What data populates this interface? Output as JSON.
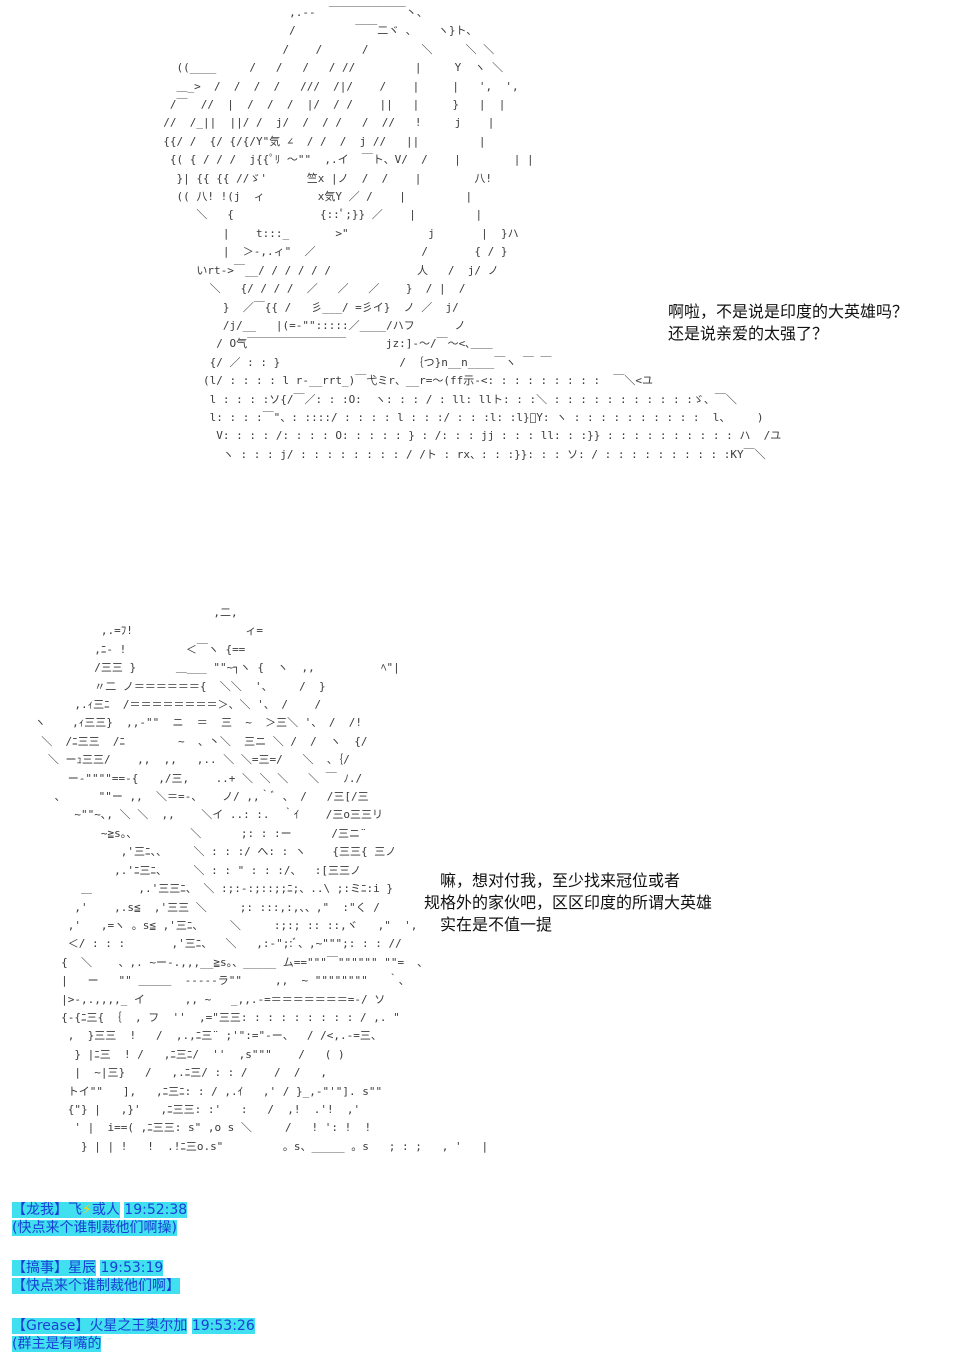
{
  "art": {
    "top": "                     ,.-‐  ￣￣￣￣￣￣￣丶、\n                     /         ￣￣二ヾ ､    ヽ}ト､\n                    /    /      /        ＼     ＼ ＼\n    ((____     /   /   /   / //         |     Y  ヽ ＼\n    ＿_>  /  /  /  /   ///  /|/    /    |     |   ',  ',\n   /￣  //  |  /  /  /  |/  / /    ||   |     }   |  |\n  //  /_||  ||/ /  j/  /  / /   /  //   !     j    |\n  {{/ /  {/ {/{/Y\"気 ∠  / /  /  j //   ||         |\n   {( { / / /  j{{ﾟﾘ ～\"\"  ,.イ  ￣ト、V/  /    |        | |\n    }| {{ {{ //ゞ'      竺x |ノ  /  /    |        八!\n    (( 八! !(j  ィ        x気Y ／ /    |         |\n       ＼   {             {::ﾟ;}} ／    |         |\n           |    t:::_       >\"            j       |  }ハ\n           |  ＞‐,.ィ\"  ／                /       { / }\n       いrt->￣__/ / / / / /             人   /  j/ ノ\n         ＼   {/ / / /  ／   ／   ／    }  / |  /\n           }  ／￣{{ /   彡___/ =彡イ}  ノ ／  j/\n           /j/__   |(=‐\"\":::::／____/ハフ      ノ\n          / O气￣￣￣￣￣￣￣￣￣      jz:]-～/￣～<､＿＿\n         {/ ／ : : }                  / ｛つ}n__n____￣ヽ ￣ ￣\n        (l/ : : : : l r-__rrt_)￣弋ミr、__r=～(ff示-<: : : : : : : : :  ￣＼<ユ\n         l : : : :ソ{/￣／: : :O:  ヽ: : : / : ll: llト: : :＼ : : : : : : : : : : :ゞ、￣＼\n         l: : : :￣\"、: ::::/ : : : : l : : :/ : : :l: :l}ﾞY: ヽ : : : : : : : : : :  l、    )\n          V: : : : /: : : : O: : : : : } : /: : : jj : : : ll: : :}} : : : : : : : : : : ハ  /ユ\n           ヽ : : : j/ : : : : : : : : / /ト : rx、: : :}}: : : ソ: / : : : : : : : : : :KY￣＼",
    "bottom": "                            ,二,\n           ,.=ﾌ!                 ィ=  \n          ,ﾆ‐ !         ＜￣ヽ {==\n          /三三 }      ＿___ \"\"~┐ヽ {  ヽ  ,,          ﾍ\"|\n          〃二 ノ＝＝＝＝＝＝{  ＼＼  '、    /  }\n       ,.ｨ三ﾆ  /＝＝＝＝＝＝＝＝＞、＼ '、 /    /\n ヽ    ,ｨ三三}  ,,-\"\"  ニ  ＝  三  ~  ＞三＼ '、 /  /!\n  ＼  /ﾆ三三  /ﾆ        ~  、丶＼  三ニ ＼ /  /  ヽ  {/\n   ＼ ーｭ三三/    ,,  ,,   ,.. ＼ ＼=三=/   ＼  、｛/\n      ー-\"\"\"\"==-{   ,/三,    ..+ ＼ ＼ ＼   ＼ ￣ ﾉ./\n    、     \"\"ー ,,  ＼＝=-、   ノ/ ,,｀ﾞ 、 /   /三[/三\n       ~\"\"~､, ＼ ＼  ,,    ＼イ ..: :.  ｀ｲ    /三o三三リ\n           ~≧s。、        ＼      ;: : :ー      /三ニ¨\n              ,'三ﾆ、、    ＼ : : :/ へ: : ヽ    {三三{ 三ノ\n             ,.'ﾆ三ﾆ、    ＼ : : \" : : :/、  :[三三ノ\n        ＿       ,.'三三ﾆ、 ＼ :;:-:;::;;ﾆ;、..\\ ;:ミﾆ:i }\n       ,'    ,.s≦  ,'三三 ＼     ;: :::,:,、、,\"  :\"く /\n      ,'   ,=ヽ 。s≦ ,'三ﾆ、    ＼     :;:; :: ::,ヾ   ,\"  ',\n      ＜/ : : :       ,'三ﾆ、  ＼   ,:-\";:ﾞ、,~\"\"\";: : : //\n     {  ＼    、,. ~ー-.,,,__≧s。、_____ ム==\"\"\"￣\"\"\"\"\"\" \"\"=  ､\n     |   ー   \"\" ＿＿＿  -----ラ\"\"     ,,  ~ \"\"\"\"\"\"\"\"   ｀、\n     |>-,.,,,,_ イ      ,, ~   _,,.-=＝＝＝＝＝＝＝=-/ ソ\n     {-{ﾆ三{ ｛  , フ  ''  ,=\"三三: : : : : : : : : / ,. \"\n      ,  }三三  !   /  ,.,ﾆ三¨ ;'\":=\"-ー、  / /<,.-=三、\n       } |ﾆ三  ! /   ,ﾆ三ﾆ/  ''  ,s\"\"\"    /   ( )\n       |  ~|三}   /   ,.ﾆ三/ : : /    /  /   ,\n      トイ\"\"   ],   ,ﾆ三ﾆ: : / ,.ｲ   ,' / }_,-\"'\"]. s\"\"\n      {\"} |   ,}'   ,ﾆ三三: :'   :   /  ,!  .'!  ,'\n       ' |  i==( ,ﾆ三三: s\" ,o s ＼     /   ! ': !  !\n        } | | !   !  .!ﾆ三o.s\"         。s、_____ 。s   ; : ;   , '   |"
  },
  "dialog": {
    "top": "啊啦，不是说是印度的大英雄吗？\n还是说亲爱的太强了？",
    "bottom": "　嘛，想对付我，至少找来冠位或者\n规格外的家伙吧，区区印度的所谓大英雄\n　实在是不值一提"
  },
  "chat": [
    {
      "user_tag": "【龙我】",
      "name_before_icon": "飞",
      "icon": "lightning-bolt-icon",
      "name_after_icon": "或人",
      "time": "19:52:38",
      "message": "(快点来个谁制裁他们啊操)"
    },
    {
      "user_tag": "【搞事】",
      "name": "星辰",
      "time": "19:53:19",
      "message": "【快点来个谁制裁他们啊】"
    },
    {
      "user_tag": "【Grease】",
      "name": "火星之王奥尔加",
      "time": "19:53:26",
      "message": "(群主是有嘴的"
    }
  ]
}
